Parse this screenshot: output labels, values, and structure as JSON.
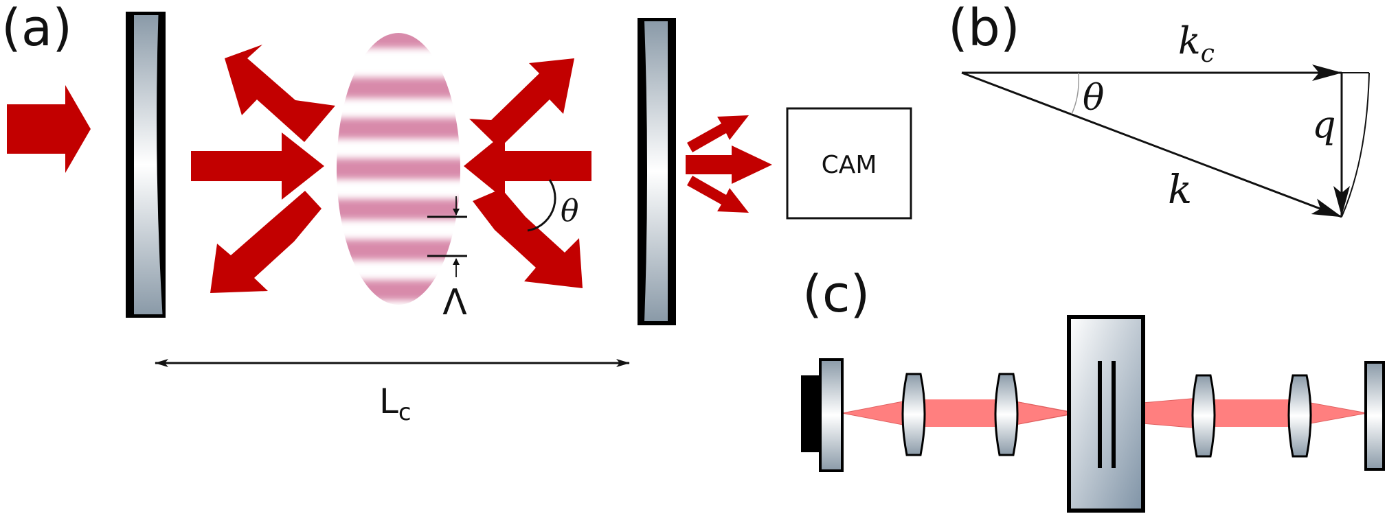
{
  "panels": {
    "a": {
      "label": "(a)",
      "camera_label": "CAM",
      "angle_symbol": "θ",
      "period_symbol": "Λ",
      "length_symbol": "L",
      "length_subscript": "c",
      "colors": {
        "arrow": "#c20000",
        "fringe": "#d88aaa",
        "mirror_dark": "#8a9aa8",
        "mirror_light": "#ffffff"
      }
    },
    "b": {
      "label": "(b)",
      "kc_symbol": "k",
      "kc_subscript": "c",
      "k_symbol": "k",
      "q_symbol": "q",
      "angle_symbol": "θ"
    },
    "c": {
      "label": "(c)",
      "colors": {
        "beam": "#ff7f7f",
        "glass_dark": "#8a9aa8"
      }
    }
  }
}
